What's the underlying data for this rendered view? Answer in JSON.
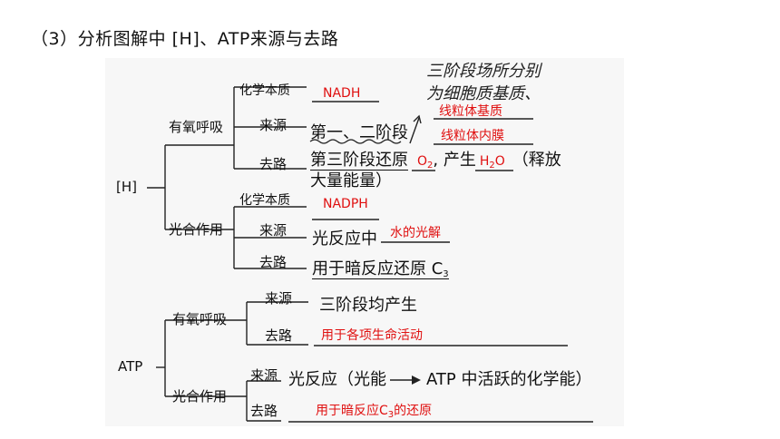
{
  "title": "（3）分析图解中 [H]、ATP来源与去路",
  "h": {
    "root": "[H]",
    "aerobic": {
      "label": "有氧呼吸",
      "nature_label": "化学本质",
      "nature_answer": "NADH",
      "source_label": "来源",
      "source_text": "第一、二阶段",
      "dest_label": "去路",
      "dest_text_1": "第三阶段还原",
      "dest_answer_1": "O",
      "dest_answer_1_sub": "2",
      "dest_text_2": ", 产生",
      "dest_answer_2": "H",
      "dest_answer_2_sub": "2",
      "dest_answer_2_tail": "O",
      "dest_text_3": "（释放",
      "dest_text_4": "大量能量）"
    },
    "photo": {
      "label": "光合作用",
      "nature_label": "化学本质",
      "nature_answer": "NADPH",
      "source_label": "来源",
      "source_text": "光反应中",
      "source_answer": "水的光解",
      "dest_label": "去路",
      "dest_text": "用于暗反应还原 C",
      "dest_text_sub": "3"
    },
    "note_line1": "三阶段场所分别",
    "note_line2": "为细胞质基质、",
    "note_answer1": "线粒体基质",
    "note_answer2": "线粒体内膜"
  },
  "atp": {
    "root": "ATP",
    "aerobic": {
      "label": "有氧呼吸",
      "source_label": "来源",
      "source_text": "三阶段均产生",
      "dest_label": "去路",
      "dest_answer": "用于各项生命活动"
    },
    "photo": {
      "label": "光合作用",
      "source_label": "来源",
      "source_text_1": "光反应（光能",
      "source_text_2": "ATP 中活跃的化学能）",
      "dest_label": "去路",
      "dest_answer": "用于暗反应C",
      "dest_answer_sub": "3",
      "dest_answer_tail": "的还原"
    }
  }
}
